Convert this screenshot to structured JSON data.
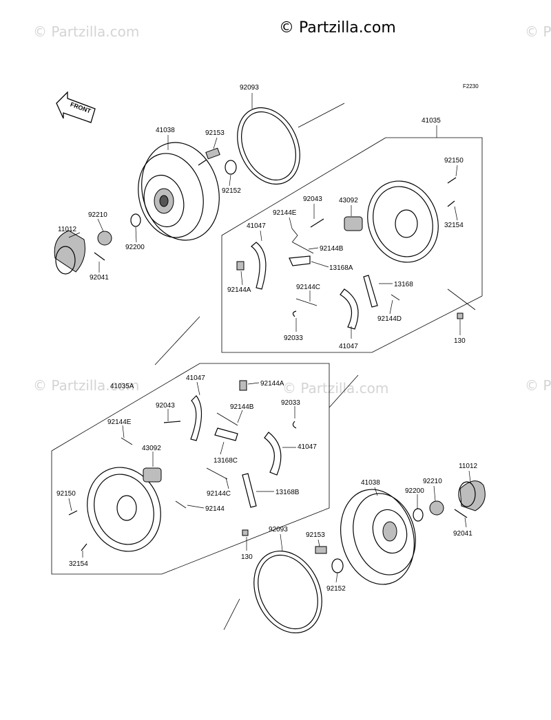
{
  "watermarks": {
    "main": "© Partzilla.com",
    "faint": "© Partzilla.com"
  },
  "figure_code": "F2230",
  "front_arrow_label": "FRONT",
  "part_labels": {
    "p92093_top": "92093",
    "p41035": "41035",
    "p41038_top": "41038",
    "p92153_top": "92153",
    "p92152_top": "92152",
    "p92150_top": "92150",
    "p32154_top": "32154",
    "p92043_top": "92043",
    "p43092_top": "43092",
    "p92144E_top": "92144E",
    "p41047_top_a": "41047",
    "p92144B_top": "92144B",
    "p13168A": "13168A",
    "p92210_top": "92210",
    "p11012_top": "11012",
    "p92200_top": "92200",
    "p92041_top": "92041",
    "p92144A_top": "92144A",
    "p92144C_top": "92144C",
    "p13168": "13168",
    "p92144D": "92144D",
    "p92033_top": "92033",
    "p41047_top_b": "41047",
    "p130_top": "130",
    "p41035A": "41035A",
    "p41047_bot_a": "41047",
    "p92144A_bot": "92144A",
    "p92043_bot": "92043",
    "p92144B_bot": "92144B",
    "p92033_bot": "92033",
    "p92144E_bot": "92144E",
    "p43092_bot": "43092",
    "p41047_bot_b": "41047",
    "p13168C": "13168C",
    "p92150_bot": "92150",
    "p92144C_bot": "92144C",
    "p13168B": "13168B",
    "p92144_bot": "92144",
    "p32154_bot": "32154",
    "p130_bot": "130",
    "p92093_bot": "92093",
    "p92153_bot": "92153",
    "p92152_bot": "92152",
    "p41038_bot": "41038",
    "p92200_bot": "92200",
    "p92210_bot": "92210",
    "p11012_bot": "11012",
    "p92041_bot": "92041"
  }
}
